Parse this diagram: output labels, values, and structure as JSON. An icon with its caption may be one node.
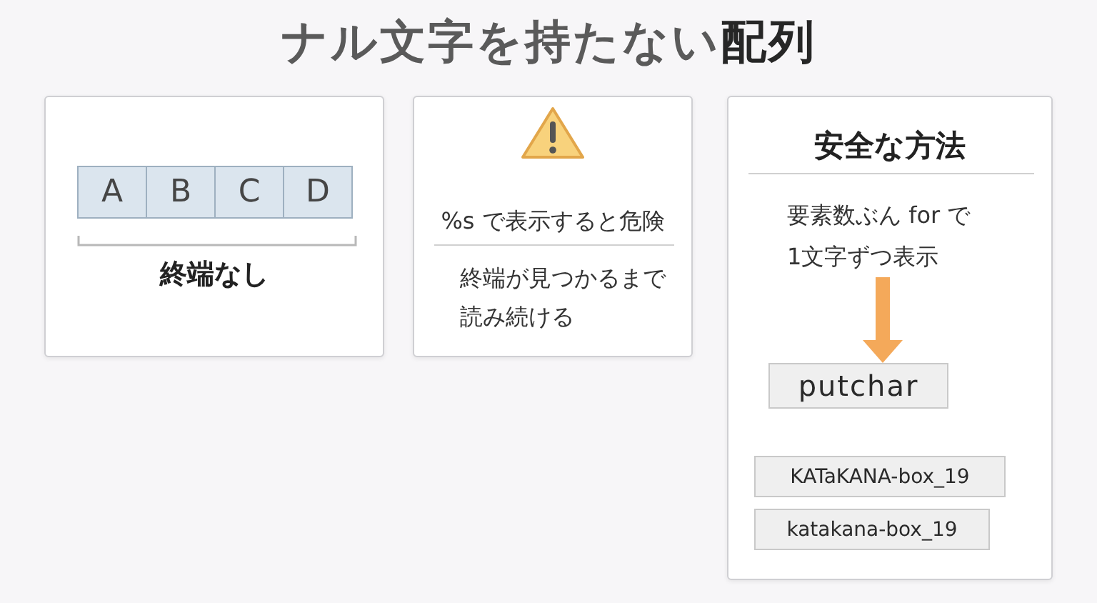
{
  "diagram": {
    "title": "ナル文字を持たない**配列**",
    "nodes": [
      {
        "text": [
          "終端なし"
        ]
      },
      {
        "text": [
          "A"
        ],
        "in": 0
      },
      {
        "text": [
          "B"
        ],
        "in": 0
      },
      {
        "text": [
          "C"
        ],
        "in": 0
      },
      {
        "text": [
          "D"
        ],
        "in": 0
      },
      {
        "text": [
          "%s で表示すると危険",
          "終端が見つかるまで読み続ける"
        ]
      },
      {
        "text": [
          "安全な方法"
        ]
      },
      {
        "text": [
          "要素数ぶん for で1文字ずつ表示"
        ],
        "in": 6
      },
      {
        "text": [
          "putchar"
        ],
        "in": 6
      },
      {
        "text": [
          "KATaKANA-box_19"
        ],
        "in": 6
      },
      {
        "text": [
          "katakana-box_19"
        ],
        "in": 6
      }
    ],
    "edges": [
      {
        "from": 7,
        "to": 8,
        "arrow": "to",
        "color": "#f4a95a"
      }
    ]
  }
}
